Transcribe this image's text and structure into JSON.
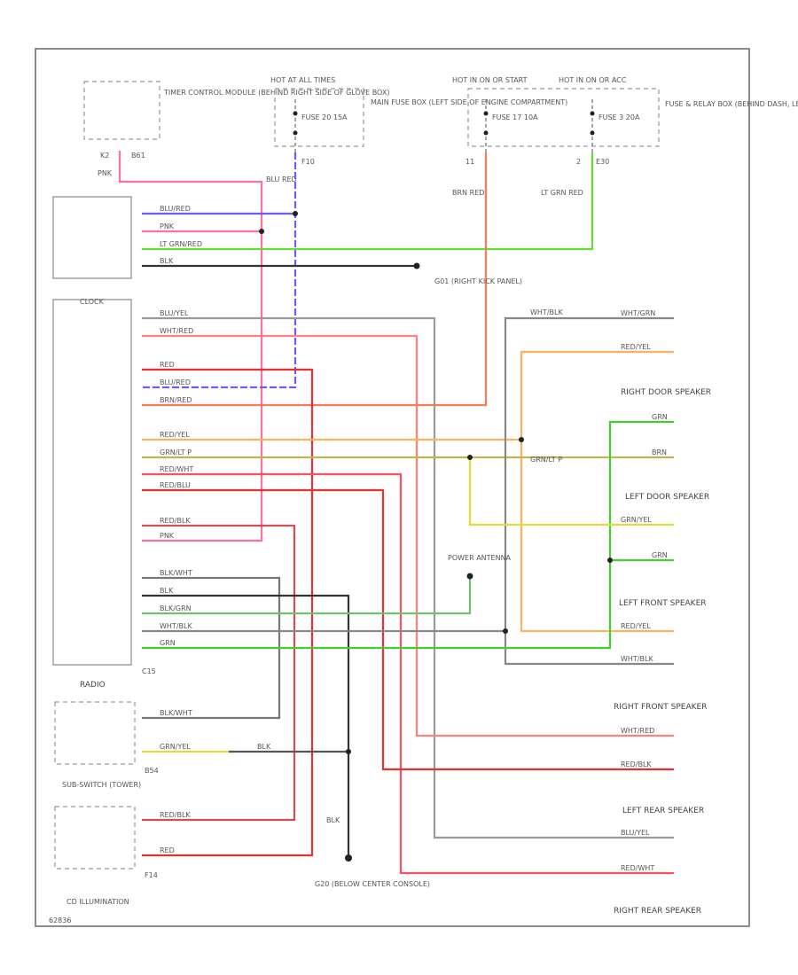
{
  "colors": {
    "blu_red": "#6a5cff",
    "pnk": "#ff6fa6",
    "lt_grn": "#66dd33",
    "blk": "#333333",
    "blu_yel": "#9a9a9a",
    "wht_red": "#ff8080",
    "red": "#e83030",
    "brn_red": "#ff7a50",
    "red_yel": "#ffb060",
    "grn_lt": "#c8b050",
    "red_wht": "#ff5060",
    "red_blk": "#d05050",
    "blk_wht": "#777777",
    "blk_grn": "#70c070",
    "wht_blk": "#888888",
    "grn": "#44cc33",
    "grn_yel": "#dddd33",
    "wht_grn": "#66cc66"
  },
  "components": {
    "tcm": {
      "name": "TIMER CONTROL MODULE (BEHIND RIGHT SIDE OF GLOVE BOX)",
      "pins": [
        "K2",
        "B61"
      ]
    },
    "fuse_hot_acc": {
      "hot": "HOT AT ALL TIMES",
      "fuse": "FUSE 20 15A",
      "pin": "F10"
    },
    "fuse_main_box": {
      "name": "MAIN FUSE BOX (LEFT SIDE OF ENGINE COMPARTMENT)"
    },
    "fuse_hot_run": {
      "hot": "HOT IN ON OR START",
      "fuse": "FUSE 17 10A",
      "pin": "11"
    },
    "fuse_hot_acc2": {
      "hot": "HOT IN ON OR ACC",
      "fuse": "FUSE 3 20A",
      "pin": "2",
      "conn": "E30"
    },
    "relay_box": {
      "name": "FUSE & RELAY BOX (BEHIND DASH, LEFT OF STEERING COLUMN)"
    },
    "ground_g01": {
      "name": "G01 (RIGHT KICK PANEL)"
    },
    "radio": {
      "name": "RADIO",
      "conn": "C15",
      "clock": "CLOCK"
    },
    "sub_switch": {
      "name": "SUB-SWITCH (TOWER)",
      "conn": "B54"
    },
    "cd_illum": {
      "name": "CD ILLUMINATION",
      "conn": "F14"
    },
    "ground_g20": {
      "name": "G20 (BELOW CENTER CONSOLE)"
    },
    "power_antenna": {
      "name": "POWER ANTENNA"
    },
    "right_door_speaker": {
      "name": "RIGHT DOOR SPEAKER"
    },
    "left_door_speaker": {
      "name": "LEFT DOOR SPEAKER"
    },
    "left_front_speaker": {
      "name": "LEFT FRONT SPEAKER"
    },
    "right_front_speaker": {
      "name": "RIGHT FRONT SPEAKER"
    },
    "left_rear_speaker": {
      "name": "LEFT REAR SPEAKER"
    },
    "right_rear_speaker": {
      "name": "RIGHT REAR SPEAKER"
    }
  },
  "wire_labels": {
    "pnk": "PNK",
    "blu_red": "BLU RED",
    "brn_red": "BRN RED",
    "lt_grn_red": "LT GRN RED",
    "blk": "BLK",
    "w_blu_red": "BLU/RED",
    "w_pnk": "PNK",
    "w_lt_grn": "LT GRN/RED",
    "w_blk": "BLK",
    "w_blu_yel": "BLU/YEL",
    "w_wht_red": "WHT/RED",
    "w_red": "RED",
    "w_blu_red2": "BLU/RED",
    "w_brn_red": "BRN/RED",
    "w_red_yel": "RED/YEL",
    "w_grn_lt": "GRN/LT P",
    "w_red_wht": "RED/WHT",
    "w_red_blu": "RED/BLU",
    "w_red_blk": "RED/BLK",
    "w_pnk2": "PNK",
    "w_blk_wht": "BLK/WHT",
    "w_blk2": "BLK",
    "w_blk_grn": "BLK/GRN",
    "w_wht_blk": "WHT/BLK",
    "w_grn": "GRN",
    "r_wht_grn": "WHT/GRN",
    "r_red_yel": "RED/YEL",
    "r_grn": "GRN",
    "r_brn": "BRN",
    "r_grn_yel": "GRN/YEL",
    "r_grn2": "GRN",
    "r_red_yel2": "RED/YEL",
    "r_wht_blk": "WHT/BLK",
    "r_wht_red": "WHT/RED",
    "r_red_blk": "RED/BLK",
    "r_blu_yel": "BLU/YEL",
    "r_red_wht": "RED/WHT",
    "mid_wht_blk": "WHT/BLK",
    "mid_grn_lt": "GRN/LT P",
    "s_blk_wht": "BLK/WHT",
    "s_grn_yel": "GRN/YEL",
    "s_blk": "BLK",
    "cd_red_blk": "RED/BLK",
    "cd_red": "RED",
    "g20_blk": "BLK"
  },
  "footer": {
    "code": "62836"
  }
}
